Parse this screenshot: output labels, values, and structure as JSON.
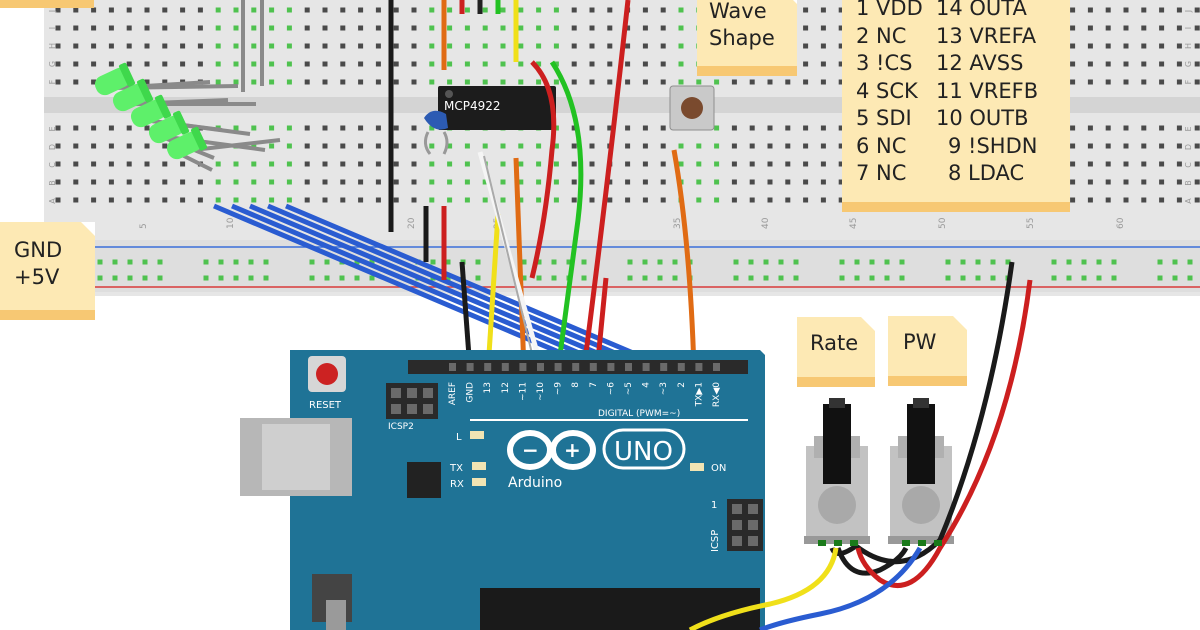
{
  "notes": {
    "wave_shape": "Wave\nShape",
    "gnd": "GND",
    "plus5v": "+5V",
    "rate": "Rate",
    "pw": "PW"
  },
  "pinout": {
    "left": [
      "1 VDD",
      "2 NC",
      "3 !CS",
      "4 SCK",
      "5 SDI",
      "6 NC",
      "7 NC"
    ],
    "right": [
      "14 OUTA",
      "13 VREFA",
      "12 AVSS",
      "11 VREFB",
      "10 OUTB",
      "9 !SHDN",
      "8 LDAC"
    ]
  },
  "breadboard": {
    "row_letters_top": [
      "J",
      "I",
      "H",
      "G",
      "F"
    ],
    "row_letters_bottom": [
      "E",
      "D",
      "C",
      "B",
      "A"
    ],
    "column_numbers": [
      "5",
      "10",
      "20",
      "25",
      "35",
      "40",
      "45",
      "50",
      "55",
      "60"
    ]
  },
  "chip": {
    "label": "MCP4922"
  },
  "arduino": {
    "reset": "RESET",
    "icsp2": "ICSP2",
    "icsp": "ICSP",
    "icsp_pin1": "1",
    "brand": "Arduino",
    "model": "UNO",
    "digital": "DIGITAL (PWM=~)",
    "led_l": "L",
    "led_tx": "TX",
    "led_rx": "RX",
    "led_on": "ON",
    "header_pins": [
      "AREF",
      "GND",
      "13",
      "12",
      "~11",
      "~10",
      "~9",
      "8",
      "7",
      "~6",
      "~5",
      "4",
      "~3",
      "2",
      "TX▶1",
      "RX◀0"
    ]
  },
  "colors": {
    "breadboard": "#e6e6e6",
    "board": "#1f7396",
    "note": "#fde9b4",
    "note_band": "#f7c873",
    "led": "#5ef06a",
    "wire_blue": "#2a5cd1",
    "wire_red": "#cc1f1f",
    "wire_orange": "#e06b14",
    "wire_yellow": "#f0e01a",
    "wire_green": "#22c222"
  }
}
